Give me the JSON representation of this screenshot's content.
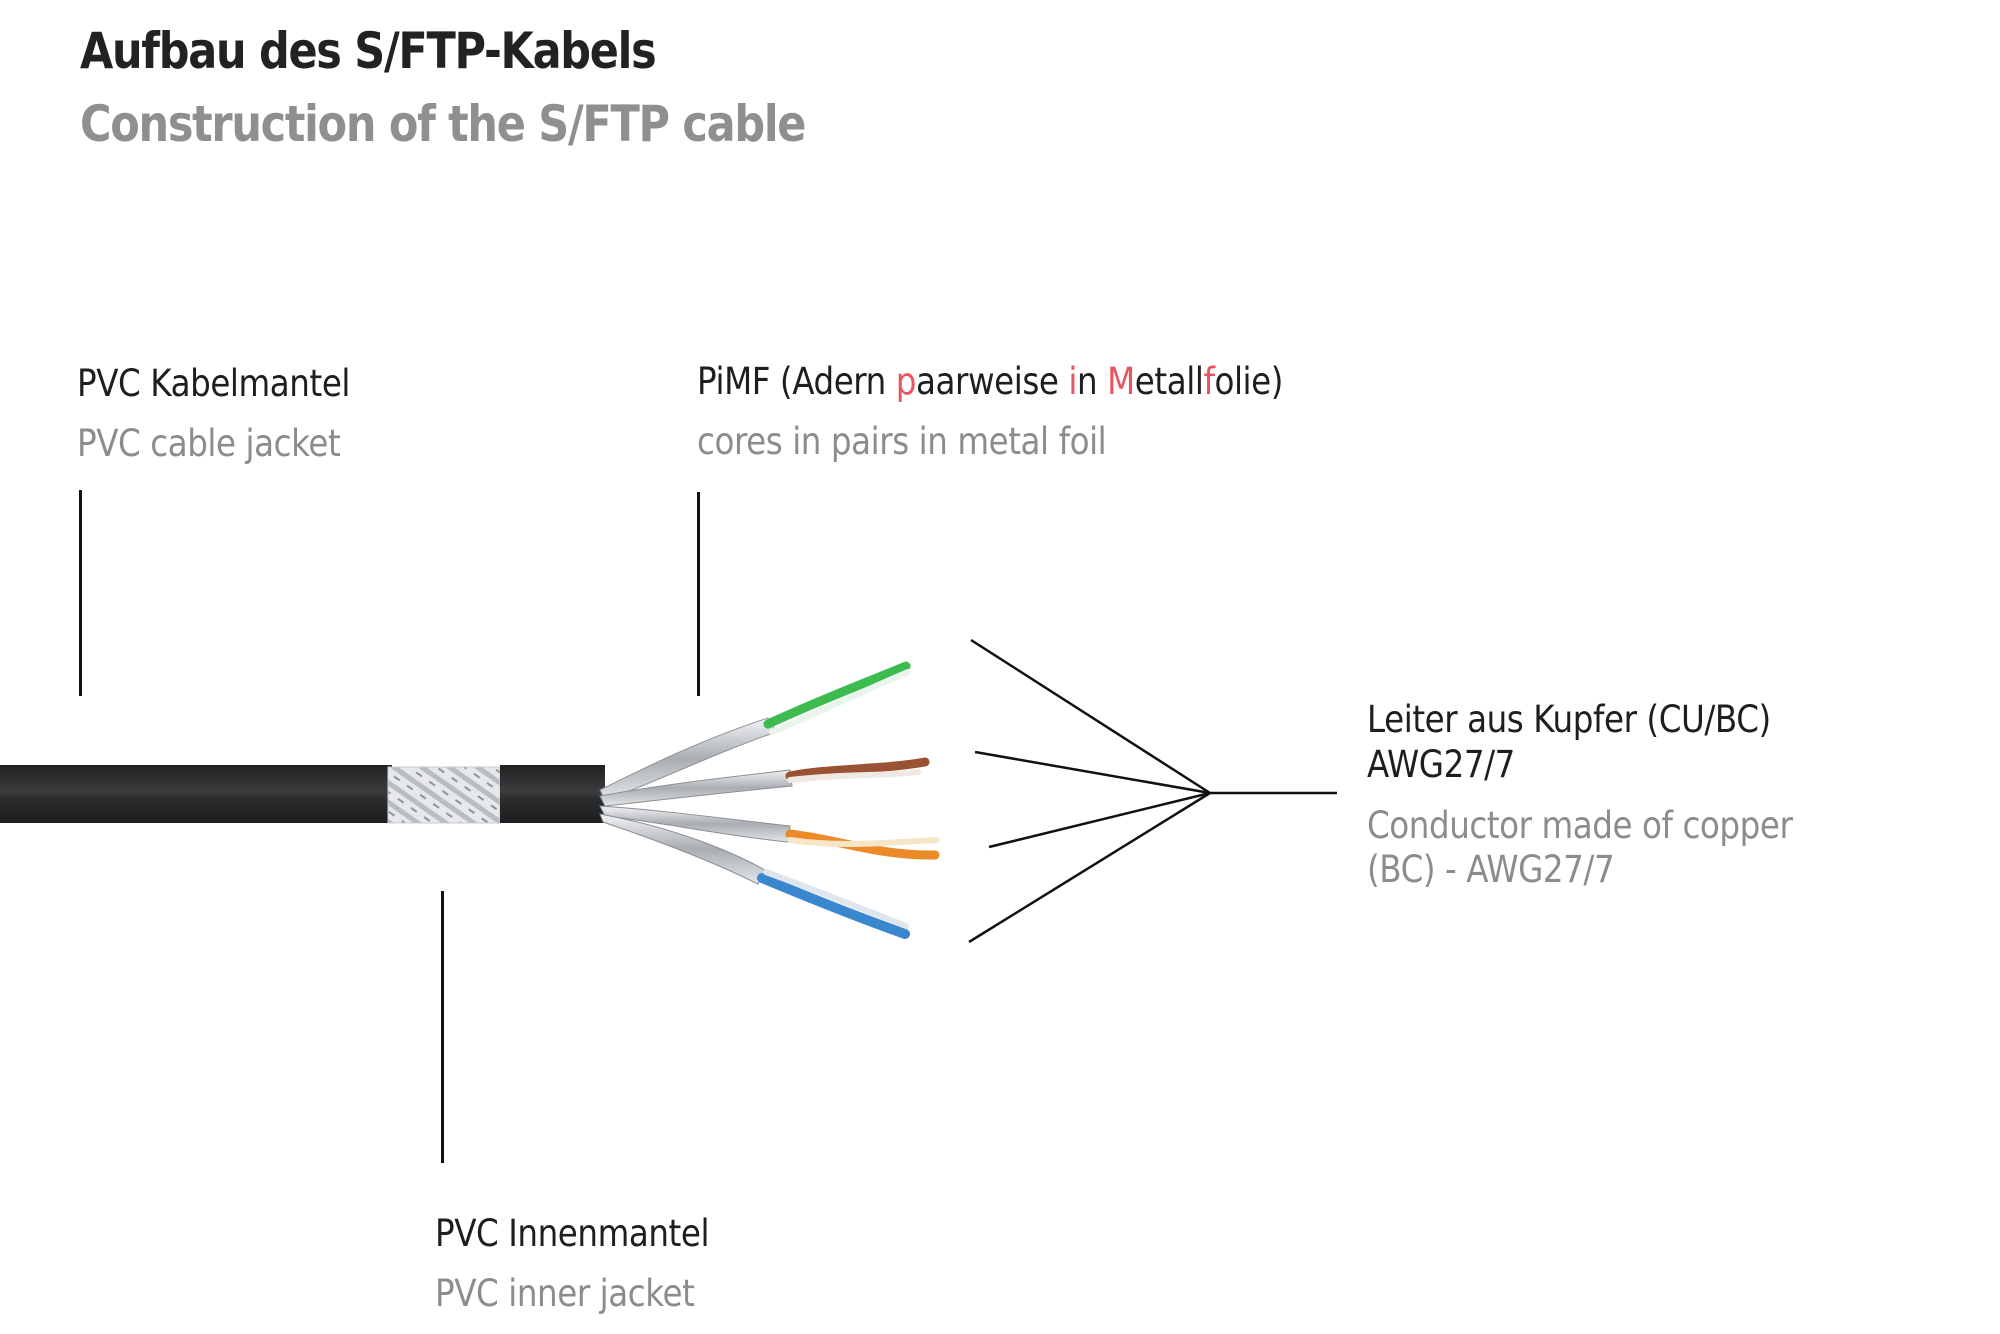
{
  "title": {
    "de": "Aufbau des S/FTP-Kabels",
    "en": "Construction of the S/FTP cable"
  },
  "labels": {
    "jacket": {
      "de": "PVC Kabelmantel",
      "en": "PVC cable jacket"
    },
    "pimf": {
      "de_parts": [
        {
          "text": "PiMF (Adern ",
          "highlight": false
        },
        {
          "text": "p",
          "highlight": true
        },
        {
          "text": "aarweise ",
          "highlight": false
        },
        {
          "text": "i",
          "highlight": true
        },
        {
          "text": "n ",
          "highlight": false
        },
        {
          "text": "M",
          "highlight": true
        },
        {
          "text": "etall",
          "highlight": false
        },
        {
          "text": "f",
          "highlight": true
        },
        {
          "text": "olie)",
          "highlight": false
        }
      ],
      "en": "cores in pairs in metal foil"
    },
    "conductor": {
      "de_line1": "Leiter aus Kupfer (CU/BC)",
      "de_line2": "AWG27/7",
      "en_line1": "Conductor made of copper",
      "en_line2": "(BC) - AWG27/7"
    },
    "inner_jacket": {
      "de": "PVC Innenmantel",
      "en": "PVC inner jacket"
    }
  },
  "colors": {
    "title_de": "#222222",
    "title_en": "#8f8f8f",
    "highlight": "#e8555e",
    "jacket": "#232527",
    "wire_pairs": [
      "#3dbb4f",
      "#9a5234",
      "#ec8a2a",
      "#3a86cf"
    ]
  }
}
